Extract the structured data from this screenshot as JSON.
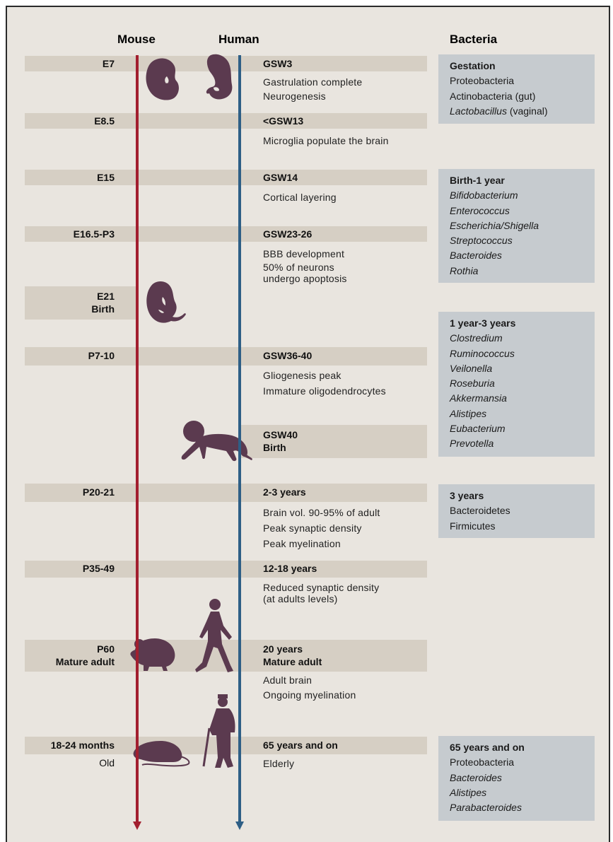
{
  "headers": {
    "mouse": "Mouse",
    "human": "Human",
    "bacteria": "Bacteria"
  },
  "colors": {
    "mouse_axis": "#a21f2f",
    "human_axis": "#2e5f86",
    "silhouette": "#5b3a4f",
    "band": "#d6cfc4",
    "bacteria_box": "#c6cbcf",
    "background": "#e9e5df"
  },
  "stages": [
    {
      "mouse": [
        "E7"
      ],
      "human_head": [
        "GSW3"
      ],
      "human_text": [
        "Gastrulation complete",
        "Neurogenesis"
      ]
    },
    {
      "mouse": [
        "E8.5"
      ],
      "human_head": [
        "<GSW13"
      ],
      "human_text": [
        "Microglia populate the brain"
      ]
    },
    {
      "mouse": [
        "E15"
      ],
      "human_head": [
        "GSW14"
      ],
      "human_text": [
        "Cortical layering"
      ]
    },
    {
      "mouse": [
        "E16.5-P3"
      ],
      "human_head": [
        "GSW23-26"
      ],
      "human_text": [
        "BBB development",
        "50% of neurons",
        "undergo apoptosis"
      ]
    },
    {
      "mouse": [
        "E21",
        "Birth"
      ]
    },
    {
      "mouse": [
        "P7-10"
      ],
      "human_head": [
        "GSW36-40"
      ],
      "human_text": [
        "Gliogenesis peak",
        "Immature oligodendrocytes"
      ]
    },
    {
      "human_head": [
        "GSW40",
        "Birth"
      ]
    },
    {
      "mouse": [
        "P20-21"
      ],
      "human_head": [
        "2-3 years"
      ],
      "human_text": [
        "Brain vol. 90-95% of adult",
        "Peak synaptic density",
        "Peak myelination"
      ]
    },
    {
      "mouse": [
        "P35-49"
      ],
      "human_head": [
        "12-18 years"
      ],
      "human_text": [
        "Reduced synaptic density",
        "(at adults levels)"
      ]
    },
    {
      "mouse": [
        "P60",
        "Mature adult"
      ],
      "human_head": [
        "20 years",
        "Mature adult"
      ],
      "human_text": [
        "Adult brain",
        "Ongoing myelination"
      ]
    },
    {
      "mouse": [
        "18-24 months",
        "Old"
      ],
      "human_head": [
        "65 years and on"
      ],
      "human_text": [
        "Elderly"
      ]
    }
  ],
  "bacteria": [
    {
      "title": "Gestation",
      "items": [
        {
          "t": "Proteobacteria",
          "i": false
        },
        {
          "t": "Actinobacteria (gut)",
          "i": false
        },
        {
          "t": "Lactobacillus",
          "i": true,
          "suffix": " (vaginal)"
        }
      ]
    },
    {
      "title": "Birth-1 year",
      "items": [
        {
          "t": "Bifidobacterium",
          "i": true
        },
        {
          "t": "Enterococcus",
          "i": true
        },
        {
          "t": "Escherichia/Shigella",
          "i": true
        },
        {
          "t": "Streptococcus",
          "i": true
        },
        {
          "t": "Bacteroides",
          "i": true
        },
        {
          "t": "Rothia",
          "i": true
        }
      ]
    },
    {
      "title": "1 year-3 years",
      "items": [
        {
          "t": "Clostredium",
          "i": true
        },
        {
          "t": "Ruminococcus",
          "i": true
        },
        {
          "t": "Veilonella",
          "i": true
        },
        {
          "t": "Roseburia",
          "i": true
        },
        {
          "t": "Akkermansia",
          "i": true
        },
        {
          "t": "Alistipes",
          "i": true
        },
        {
          "t": "Eubacterium",
          "i": true
        },
        {
          "t": "Prevotella",
          "i": true
        }
      ]
    },
    {
      "title": "3 years",
      "items": [
        {
          "t": "Bacteroidetes",
          "i": false
        },
        {
          "t": "Firmicutes",
          "i": false
        }
      ]
    },
    {
      "title": "65 years and on",
      "items": [
        {
          "t": "Proteobacteria",
          "i": false
        },
        {
          "t": "Bacteroides",
          "i": true
        },
        {
          "t": "Alistipes",
          "i": true
        },
        {
          "t": "Parabacteroides",
          "i": true
        }
      ]
    }
  ],
  "icons": [
    "mouse-embryo-e7-icon",
    "human-embryo-icon",
    "mouse-embryo-birth-icon",
    "crawling-infant-icon",
    "adult-mouse-icon",
    "walking-adult-icon",
    "old-mouse-icon",
    "elderly-man-with-cane-icon"
  ]
}
